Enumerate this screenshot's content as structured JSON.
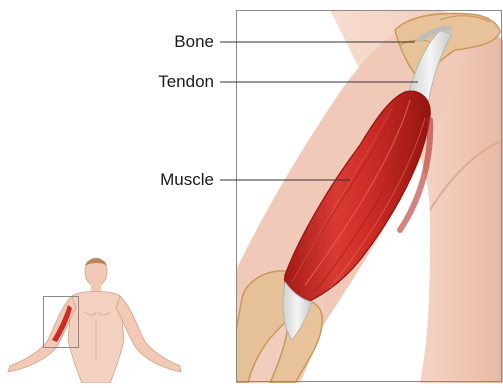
{
  "labels": {
    "bone": "Bone",
    "tendon": "Tendon",
    "muscle": "Muscle"
  },
  "colors": {
    "background": "#ffffff",
    "skin": "#f3d2c3",
    "skin_shadow": "#e2b19c",
    "muscle": "#cc2b26",
    "muscle_dark": "#9e1713",
    "muscle_light": "#e8564f",
    "tendon": "#e6e6e6",
    "bone": "#e8c39a",
    "bone_dark": "#c9985f",
    "frame": "#8a8a8a",
    "leader_line": "#333333"
  }
}
